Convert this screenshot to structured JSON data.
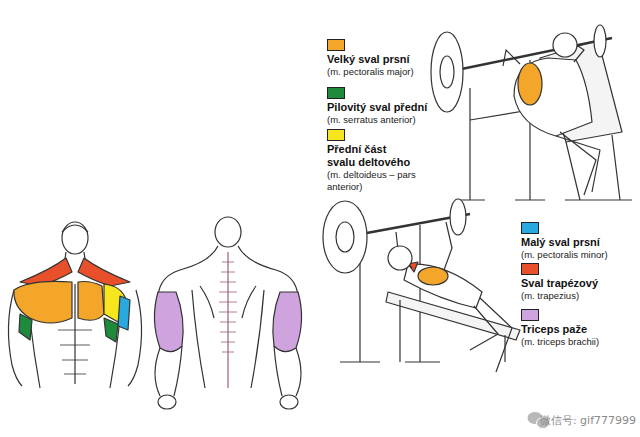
{
  "diagram": {
    "labels": [
      "(m. pectoralis major)",
      "(m. serratus anterior)",
      "(m. deltoideus – pars anterior)",
      "(m. pectoralis minor)",
      "(m. trapezius)",
      "(m. triceps brachii)",
      "微信号: gif777999"
    ],
    "legend": [
      {
        "text": "Velký sval prsní",
        "color": "#f4a62a"
      },
      {
        "text": "Pilovitý sval přední",
        "color": "#1d8a3c"
      },
      {
        "text": "Přední část svalu deltového",
        "color": "#f7e51e"
      },
      {
        "text": "Malý sval prsní",
        "color": "#2aa9e0"
      },
      {
        "text": "Sval trapézový",
        "color": "#e8502c"
      },
      {
        "text": "Triceps paže",
        "color": "#cfa3dd"
      }
    ]
  }
}
